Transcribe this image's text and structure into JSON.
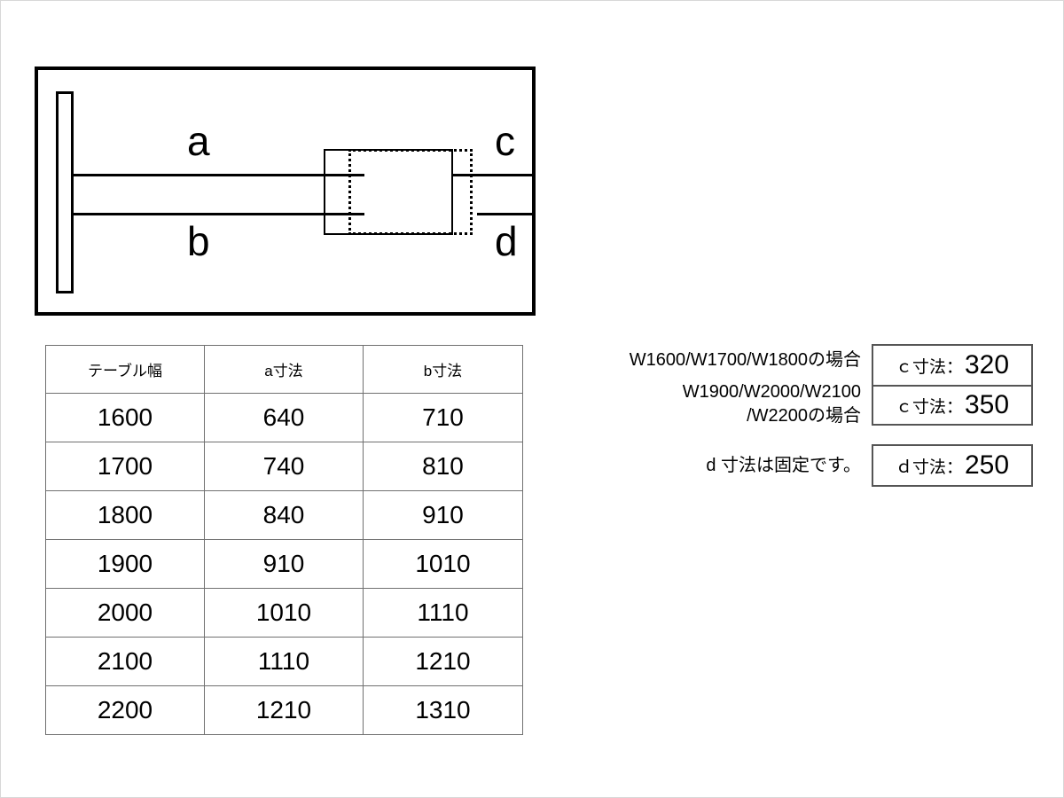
{
  "diagram": {
    "labels": {
      "a": "a",
      "b": "b",
      "c": "c",
      "d": "d"
    }
  },
  "table": {
    "headers": [
      "テーブル幅",
      "a寸法",
      "b寸法"
    ],
    "rows": [
      [
        "1600",
        "640",
        "710"
      ],
      [
        "1700",
        "740",
        "810"
      ],
      [
        "1800",
        "840",
        "910"
      ],
      [
        "1900",
        "910",
        "1010"
      ],
      [
        "2000",
        "1010",
        "1110"
      ],
      [
        "2100",
        "1110",
        "1210"
      ],
      [
        "2200",
        "1210",
        "1310"
      ]
    ]
  },
  "notes": {
    "line1": "W1600/W1700/W1800の場合",
    "line2": "W1900/W2000/W2100\n/W2200の場合",
    "line3": "d 寸法は固定です。"
  },
  "value_boxes": {
    "c1": {
      "label": "ｃ寸法：",
      "value": "320"
    },
    "c2": {
      "label": "ｃ寸法：",
      "value": "350"
    },
    "d1": {
      "label": "ｄ寸法：",
      "value": "250"
    }
  },
  "colors": {
    "line": "#000000",
    "table_border": "#707070",
    "box_border": "#555555",
    "background": "#ffffff"
  }
}
